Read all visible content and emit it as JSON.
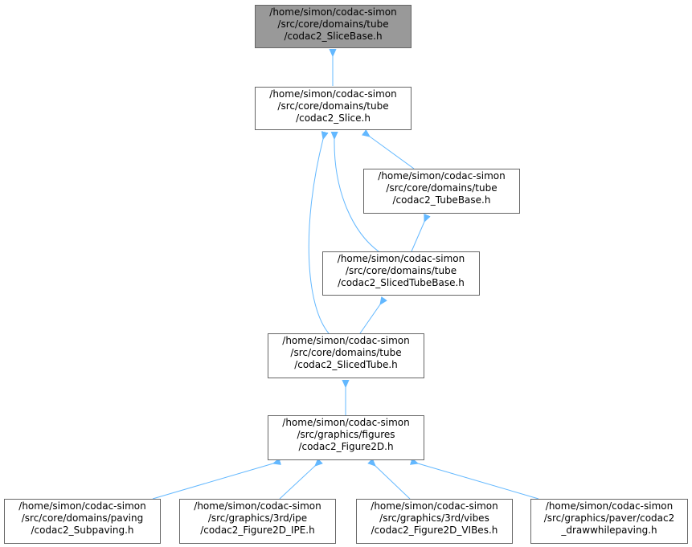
{
  "nodes": {
    "slicebase": {
      "lines": [
        "/home/simon/codac-simon",
        "/src/core/domains/tube",
        "/codac2_SliceBase.h"
      ]
    },
    "slice": {
      "lines": [
        "/home/simon/codac-simon",
        "/src/core/domains/tube",
        "/codac2_Slice.h"
      ]
    },
    "tubebase": {
      "lines": [
        "/home/simon/codac-simon",
        "/src/core/domains/tube",
        "/codac2_TubeBase.h"
      ]
    },
    "slicedtubebase": {
      "lines": [
        "/home/simon/codac-simon",
        "/src/core/domains/tube",
        "/codac2_SlicedTubeBase.h"
      ]
    },
    "slicedtube": {
      "lines": [
        "/home/simon/codac-simon",
        "/src/core/domains/tube",
        "/codac2_SlicedTube.h"
      ]
    },
    "figure2d": {
      "lines": [
        "/home/simon/codac-simon",
        "/src/graphics/figures",
        "/codac2_Figure2D.h"
      ]
    },
    "subpaving": {
      "lines": [
        "/home/simon/codac-simon",
        "/src/core/domains/paving",
        "/codac2_Subpaving.h"
      ]
    },
    "figure2d_ipe": {
      "lines": [
        "/home/simon/codac-simon",
        "/src/graphics/3rd/ipe",
        "/codac2_Figure2D_IPE.h"
      ]
    },
    "figure2d_vibes": {
      "lines": [
        "/home/simon/codac-simon",
        "/src/graphics/3rd/vibes",
        "/codac2_Figure2D_VIBes.h"
      ]
    },
    "drawwhilepaving": {
      "lines": [
        "/home/simon/codac-simon",
        "/src/graphics/paver/codac2",
        "_drawwhilepaving.h"
      ]
    }
  },
  "colors": {
    "edge": "#63b8ff",
    "root_fill": "#999999",
    "border": "#666666"
  }
}
